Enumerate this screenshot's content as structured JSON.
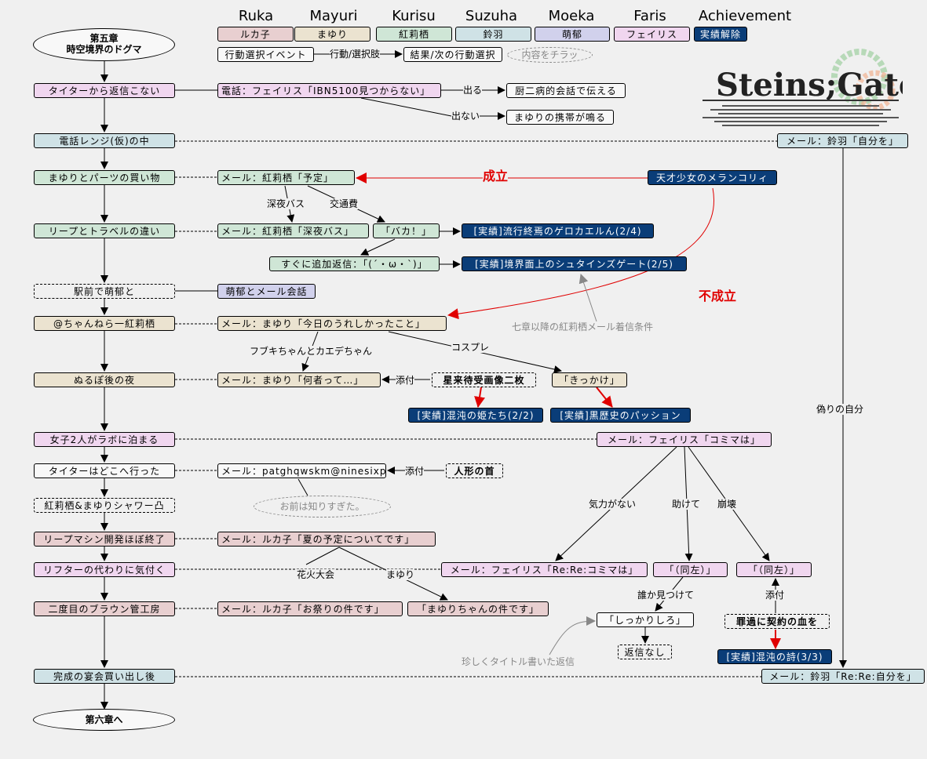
{
  "legend": {
    "characters": [
      {
        "name": "Ruka",
        "label": "ルカ子",
        "color": "#e8cfd0"
      },
      {
        "name": "Mayuri",
        "label": "まゆり",
        "color": "#ebe3d0"
      },
      {
        "name": "Kurisu",
        "label": "紅莉栖",
        "color": "#cfe6d6"
      },
      {
        "name": "Suzuha",
        "label": "鈴羽",
        "color": "#cfe2e6"
      },
      {
        "name": "Moeka",
        "label": "萌郁",
        "color": "#d1d1ec"
      },
      {
        "name": "Faris",
        "label": "フェイリス",
        "color": "#f0d6ef"
      },
      {
        "name": "Achievement",
        "label": "実績解除",
        "color": "#0a3d78"
      }
    ],
    "event": "行動選択イベント",
    "choice": "行動/選択肢",
    "result": "結果/次の行動選択",
    "peek": "内容をチラッ"
  },
  "logo": {
    "title": "Steins;Gate",
    "subtitle": "シュタインズ・ゲート"
  },
  "start": {
    "line1": "第五章",
    "line2": "時空境界のドグマ"
  },
  "end": "第六章へ",
  "main": {
    "m1": "タイターから返信こない",
    "m2": "電話レンジ(仮)の中",
    "m3": "まゆりとパーツの買い物",
    "m4": "リープとトラベルの違い",
    "m5": "駅前で萌郁と",
    "m6": "@ちゃんねら一紅莉栖",
    "m7": "ぬるぽ後の夜",
    "m8": "女子2人がラボに泊まる",
    "m9": "タイターはどこへ行った",
    "m10": "紅莉栖&まゆりシャワー凸",
    "m11": "リープマシン開発ほぼ終了",
    "m12": "リフターの代わりに気付く",
    "m13": "二度目のブラウン管工房",
    "m14": "完成の宴会買い出し後"
  },
  "nodes": {
    "phone": "電話：フェイリス「IBN5100見つからない」",
    "chuni": "厨二病的会話で伝える",
    "ring": "まゆりの携帯が鳴る",
    "suzu1": "メール：鈴羽「自分を」",
    "kyotei": "メール：紅莉栖「予定」",
    "tensai": "天才少女のメランコリィ",
    "shinya": "メール：紅莉栖「深夜バス」",
    "baka": "「バカ！」",
    "ach1": "[実績]流行終焉のゲロカエルん(2/4)",
    "tsuika": "すぐに追加返信：「(´・ω・`)」",
    "ach2": "[実績]境界面上のシュタインズゲート(2/5)",
    "moeka": "萌郁とメール会話",
    "ureshi": "メール：まゆり「今日のうれしかったこと」",
    "nanimono": "メール：まゆり「何者って…」",
    "seira": "星来待受画像二枚",
    "kikkake": "「きっかけ」",
    "ach3": "[実績]混沌の姫たち(2/2)",
    "ach4": "[実績]黒歴史のパッション",
    "komima": "メール：フェイリス「コミマは」",
    "patg": "メール：patghqwskm@ninesixpbb",
    "ningyo": "人形の首",
    "shirisugi": "お前は知りすぎた。",
    "natsu": "メール：ルカ子「夏の予定についてです」",
    "rere": "メール：フェイリス「Re:Re:コミマは」",
    "doza1": "「（同左）」",
    "doza2": "「（同左）」",
    "omatsuri": "メール：ルカ子「お祭りの件です」",
    "mayurichan": "「まゆりちゃんの件です」",
    "shikkari": "「しっかりしろ」",
    "zaika": "罪過に契約の血を",
    "henshin": "返信なし",
    "ach5": "[実績]混沌の詩(3/3)",
    "suzu2": "メール：鈴羽「Re:Re:自分を」"
  },
  "labels": {
    "deru": "出る",
    "denai": "出ない",
    "seiritsu": "成立",
    "fuseiritsu": "不成立",
    "shinyabus": "深夜バス",
    "kotsuhi": "交通費",
    "nanasho": "七章以降の紅莉栖メール着信条件",
    "fubuki": "フブキちゃんとカエデちゃん",
    "cosplay": "コスプレ",
    "tenpu1": "添付",
    "tenpu2": "添付",
    "itsuwari": "偽りの自分",
    "kiryoku": "気力がない",
    "tasukete": "助けて",
    "hokai": "崩壊",
    "hanabi": "花火大会",
    "mayuri": "まゆり",
    "dareka": "誰か見つけて",
    "tenpu3": "添付",
    "mezurashi": "珍しくタイトル書いた返信"
  }
}
